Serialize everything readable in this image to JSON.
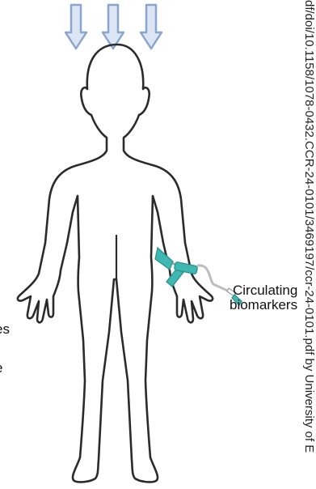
{
  "labels": {
    "circulating": "Circulating",
    "biomarkers": "biomarkers",
    "cut_left_1": "es",
    "cut_left_2": "e"
  },
  "side_text": "df/doi/10.1158/1078-0432.CCR-24-0101/3469197/ccr-24-0101.pdf by University of E",
  "colors": {
    "arrow_fill": "#dbe5f3",
    "arrow_stroke": "#8aa6d0",
    "body_outline": "#2b2b2b",
    "catheter_teal": "#3fb7b3",
    "tubing": "#bdbdbd"
  },
  "icons": {
    "arrows": "down-arrow-icon",
    "figure": "human-body-outline",
    "catheter": "blood-draw-catheter-icon"
  }
}
